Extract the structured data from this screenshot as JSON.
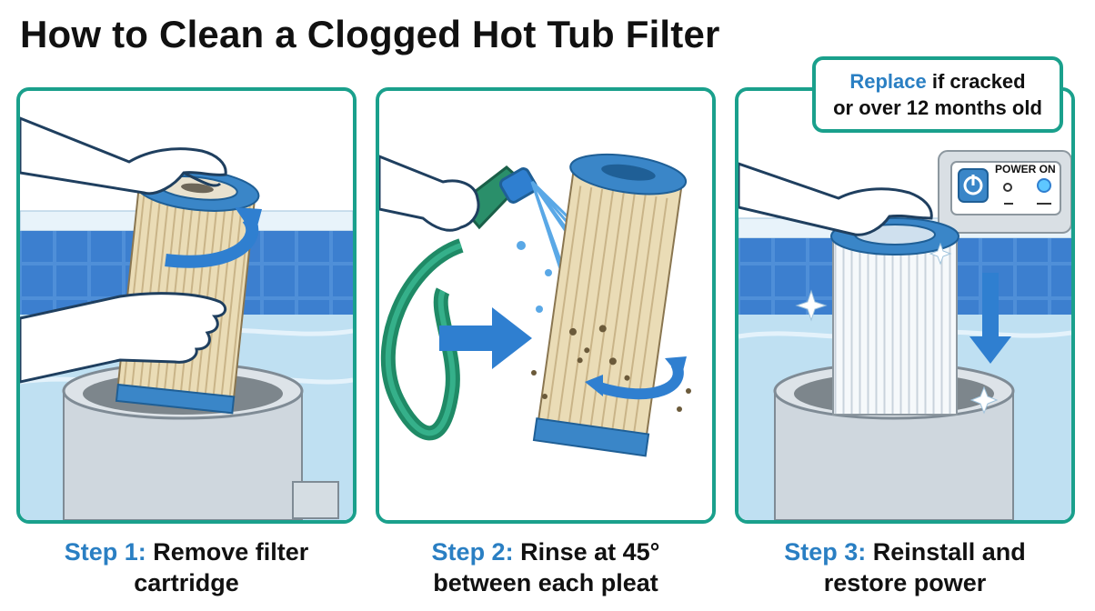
{
  "title": "How to Clean a Clogged Hot Tub Filter",
  "callout": {
    "accent": "Replace",
    "line1_rest": " if cracked",
    "line2": "or over 12 months old"
  },
  "power_panel": {
    "label": "POWER ON"
  },
  "steps": [
    {
      "step": "Step 1:",
      "line1": " Remove filter",
      "line2": "cartridge"
    },
    {
      "step": "Step 2:",
      "line1": " Rinse at 45°",
      "line2": "between each pleat"
    },
    {
      "step": "Step 3:",
      "line1": " Reinstall and",
      "line2": "restore power"
    }
  ],
  "colors": {
    "accent_teal": "#1aa08c",
    "step_blue": "#2a7fc3",
    "arrow_blue": "#2f7fd0",
    "filter_cap": "#3a86c8",
    "pleat_tan": "#eadcb6",
    "water": "#bfe0f2"
  },
  "icons": [
    "power-button-icon",
    "power-indicator-icon",
    "curved-arrow-icon",
    "down-arrow-icon",
    "right-arrow-icon",
    "sparkle-icon",
    "hose-nozzle-icon",
    "hand-icon"
  ]
}
